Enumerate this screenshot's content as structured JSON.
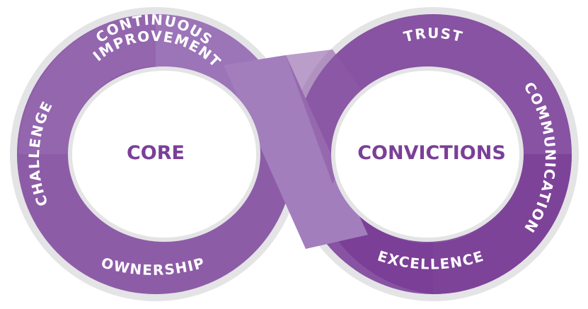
{
  "diagram": {
    "segments": [
      "CONTINUOUS",
      "IMPROVEMENT",
      "CHALLENGE",
      "OWNERSHIP",
      "TRUST",
      "COMMUNICATION",
      "EXCELLENCE"
    ],
    "center_left": "CORE",
    "center_right": "CONVICTIONS"
  },
  "colors": {
    "outline": "#e4e4e6",
    "band_light": "#9c74b8",
    "band_mid": "#8d5ca7",
    "band_dark": "#7b3f97",
    "crossing": "#a27ebc",
    "center_text": "#7b3f97"
  }
}
